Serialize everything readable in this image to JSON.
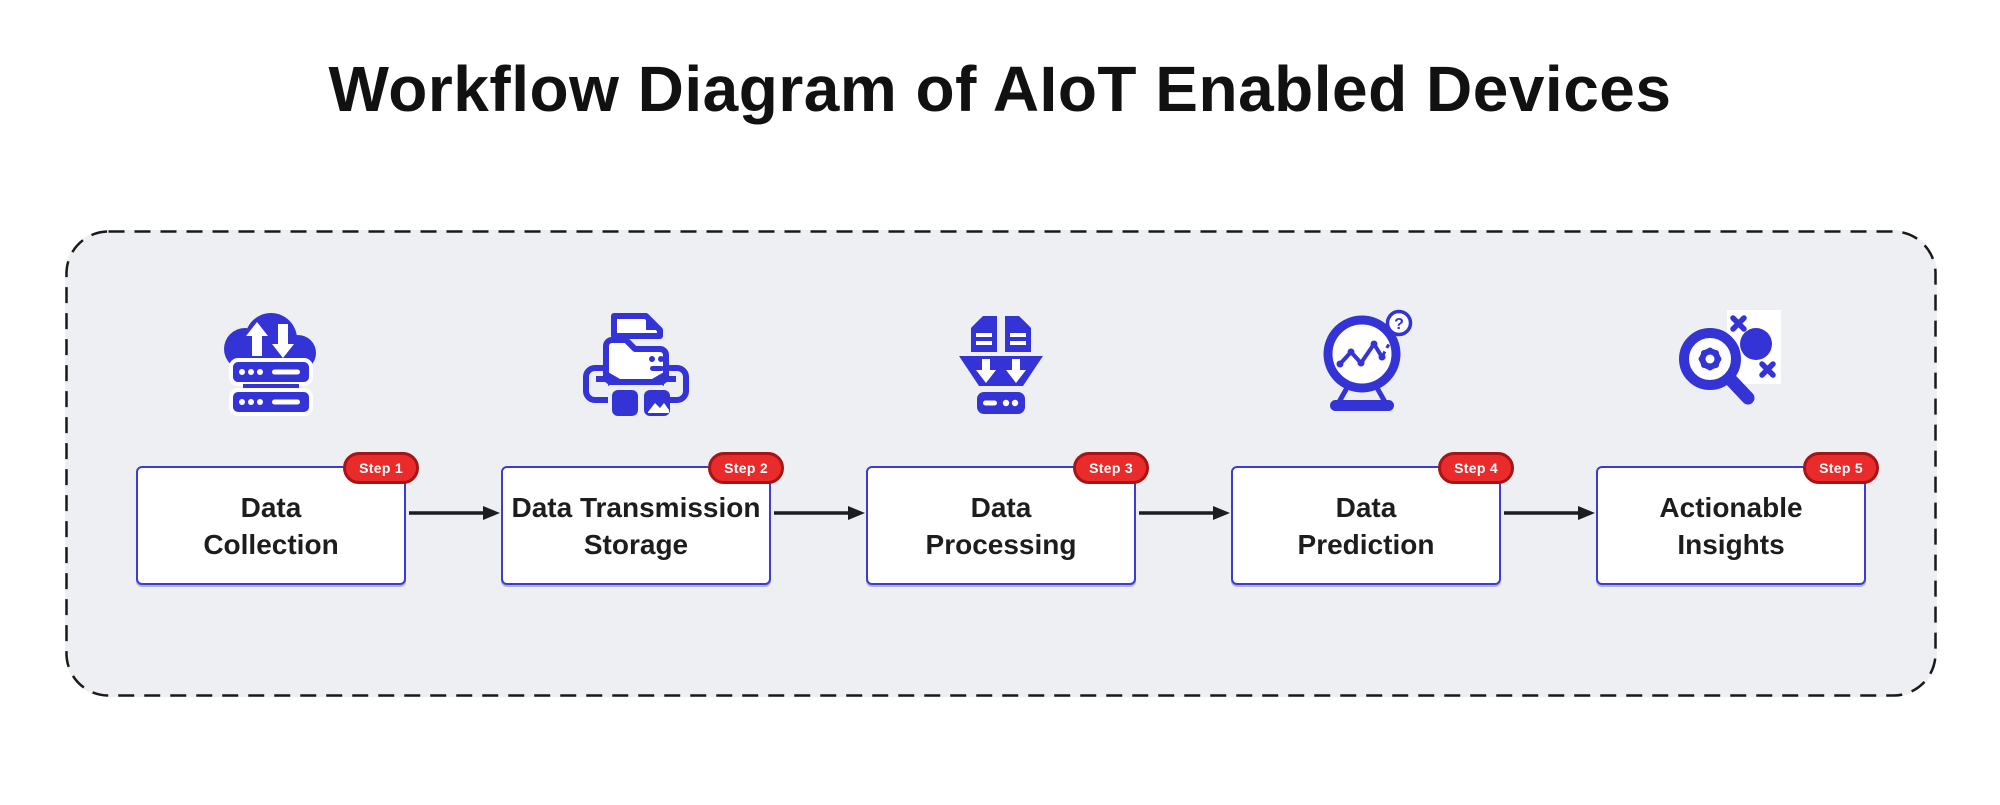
{
  "title": "Workflow Diagram of AIoT Enabled Devices",
  "colors": {
    "accent_blue": "#3434d6",
    "box_border": "#3c3cd4",
    "badge_red": "#ea2b2b",
    "badge_border": "#a81414",
    "panel_bg": "#edeff3",
    "ink": "#1d1d1f",
    "page_bg": "#ffffff"
  },
  "steps": [
    {
      "badge": "Step 1",
      "label_line1": "Data",
      "label_line2": "Collection",
      "icon": "cloud-upload-download-server-icon"
    },
    {
      "badge": "Step 2",
      "label_line1": "Data Transmission",
      "label_line2": "Storage",
      "icon": "folder-transfer-storage-icon"
    },
    {
      "badge": "Step 3",
      "label_line1": "Data",
      "label_line2": "Processing",
      "icon": "documents-funnel-server-icon"
    },
    {
      "badge": "Step 4",
      "label_line1": "Data",
      "label_line2": "Prediction",
      "icon": "crystal-ball-chart-question-icon"
    },
    {
      "badge": "Step 5",
      "label_line1": "Actionable",
      "label_line2": "Insights",
      "icon": "magnifier-gear-insights-icon"
    }
  ]
}
